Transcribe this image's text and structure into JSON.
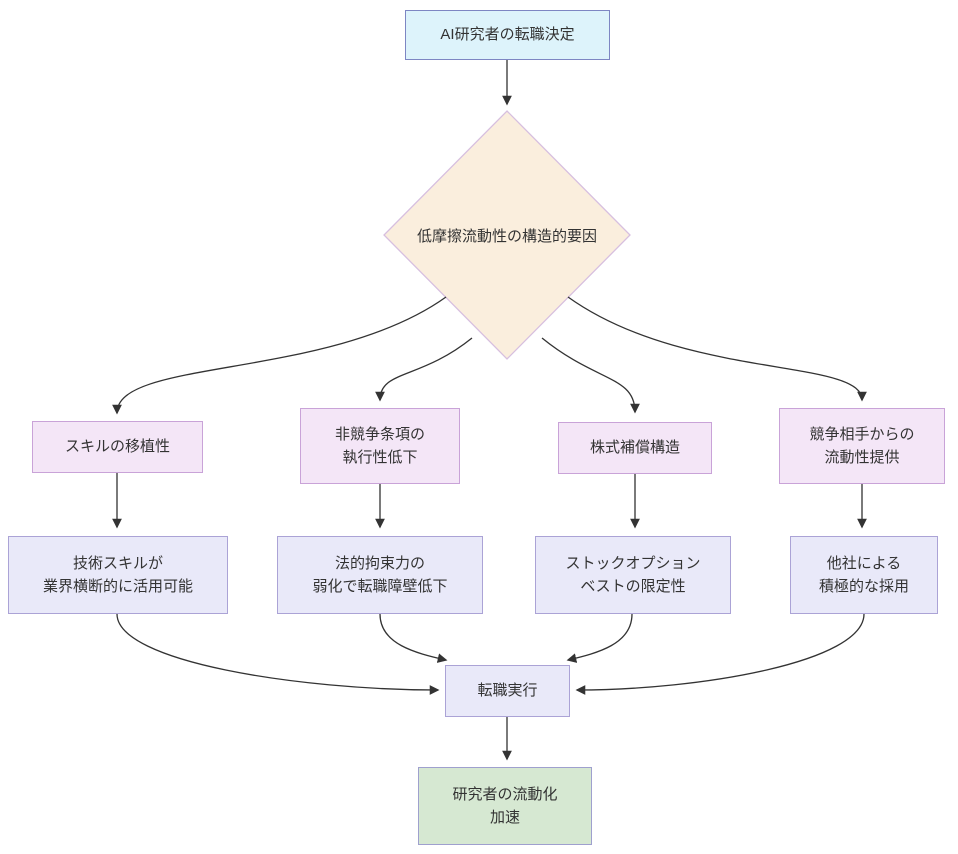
{
  "diagram": {
    "type": "flowchart",
    "direction": "top-down",
    "colors": {
      "edge": "#333333",
      "text": "#333333",
      "start_fill": "#ddf3fb",
      "start_border": "#7d86c3",
      "decision_fill": "#faeedd",
      "decision_border": "#d7bfdf",
      "factor_fill": "#f4e6f7",
      "factor_border": "#c9a3d8",
      "detail_fill": "#e9e9f9",
      "detail_border": "#aba3d6",
      "end_fill": "#d6e8d2",
      "end_border": "#9fa0ce"
    },
    "nodes": {
      "start": {
        "label": "AI研究者の転職決定",
        "shape": "rect"
      },
      "decision": {
        "label": "低摩擦流動性の構造的要因",
        "shape": "diamond"
      },
      "factor1": {
        "label": "スキルの移植性",
        "shape": "rect"
      },
      "factor2": {
        "label": "非競争条項の\n執行性低下",
        "shape": "rect"
      },
      "factor3": {
        "label": "株式補償構造",
        "shape": "rect"
      },
      "factor4": {
        "label": "競争相手からの\n流動性提供",
        "shape": "rect"
      },
      "detail1": {
        "label": "技術スキルが\n業界横断的に活用可能",
        "shape": "rect"
      },
      "detail2": {
        "label": "法的拘束力の\n弱化で転職障壁低下",
        "shape": "rect"
      },
      "detail3": {
        "label": "ストックオプション\nベストの限定性",
        "shape": "rect"
      },
      "detail4": {
        "label": "他社による\n積極的な採用",
        "shape": "rect"
      },
      "action": {
        "label": "転職実行",
        "shape": "rect"
      },
      "end": {
        "label": "研究者の流動化\n加速",
        "shape": "rect"
      }
    },
    "edges": [
      {
        "from": "start",
        "to": "decision"
      },
      {
        "from": "decision",
        "to": "factor1"
      },
      {
        "from": "decision",
        "to": "factor2"
      },
      {
        "from": "decision",
        "to": "factor3"
      },
      {
        "from": "decision",
        "to": "factor4"
      },
      {
        "from": "factor1",
        "to": "detail1"
      },
      {
        "from": "factor2",
        "to": "detail2"
      },
      {
        "from": "factor3",
        "to": "detail3"
      },
      {
        "from": "factor4",
        "to": "detail4"
      },
      {
        "from": "detail1",
        "to": "action"
      },
      {
        "from": "detail2",
        "to": "action"
      },
      {
        "from": "detail3",
        "to": "action"
      },
      {
        "from": "detail4",
        "to": "action"
      },
      {
        "from": "action",
        "to": "end"
      }
    ]
  }
}
